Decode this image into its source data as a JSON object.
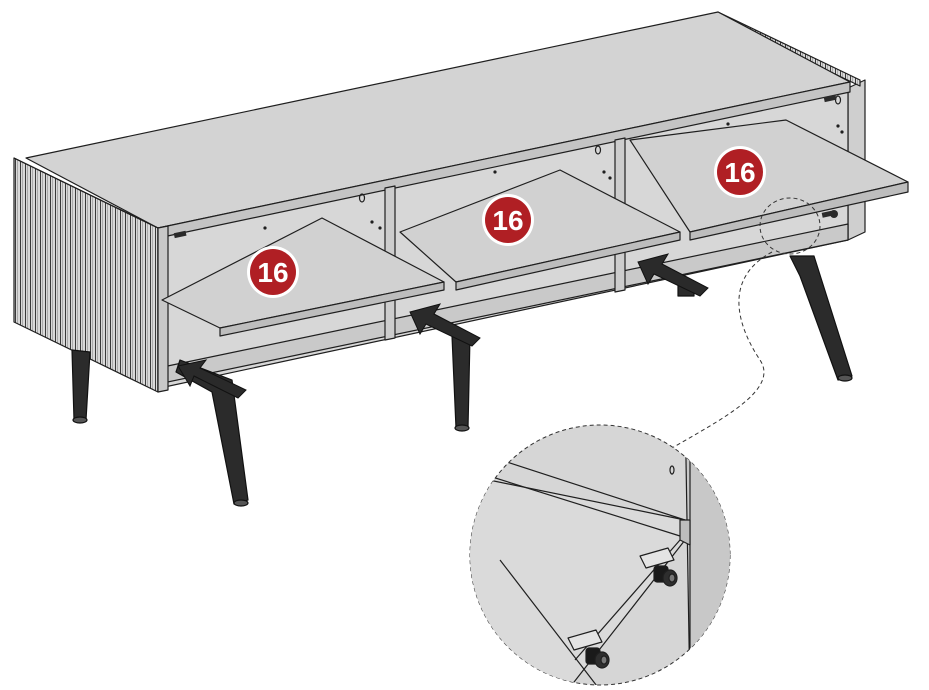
{
  "diagram": {
    "part_callouts": [
      {
        "label": "16"
      },
      {
        "label": "16"
      },
      {
        "label": "16"
      }
    ]
  },
  "colors": {
    "panel": "#d3d3d3",
    "panel_light": "#dcdcdc",
    "edge": "#1f1f1f",
    "leg": "#2b2b2b",
    "arrow": "#2a2a2a",
    "badge_fill": "#b01f24",
    "badge_ring": "#ffffff",
    "badge_text": "#ffffff"
  },
  "icons": {
    "insertion_arrow": "arrow-icon",
    "shelf_pin": "shelf-pin-icon",
    "detail_magnifier": "magnifier-icon"
  }
}
